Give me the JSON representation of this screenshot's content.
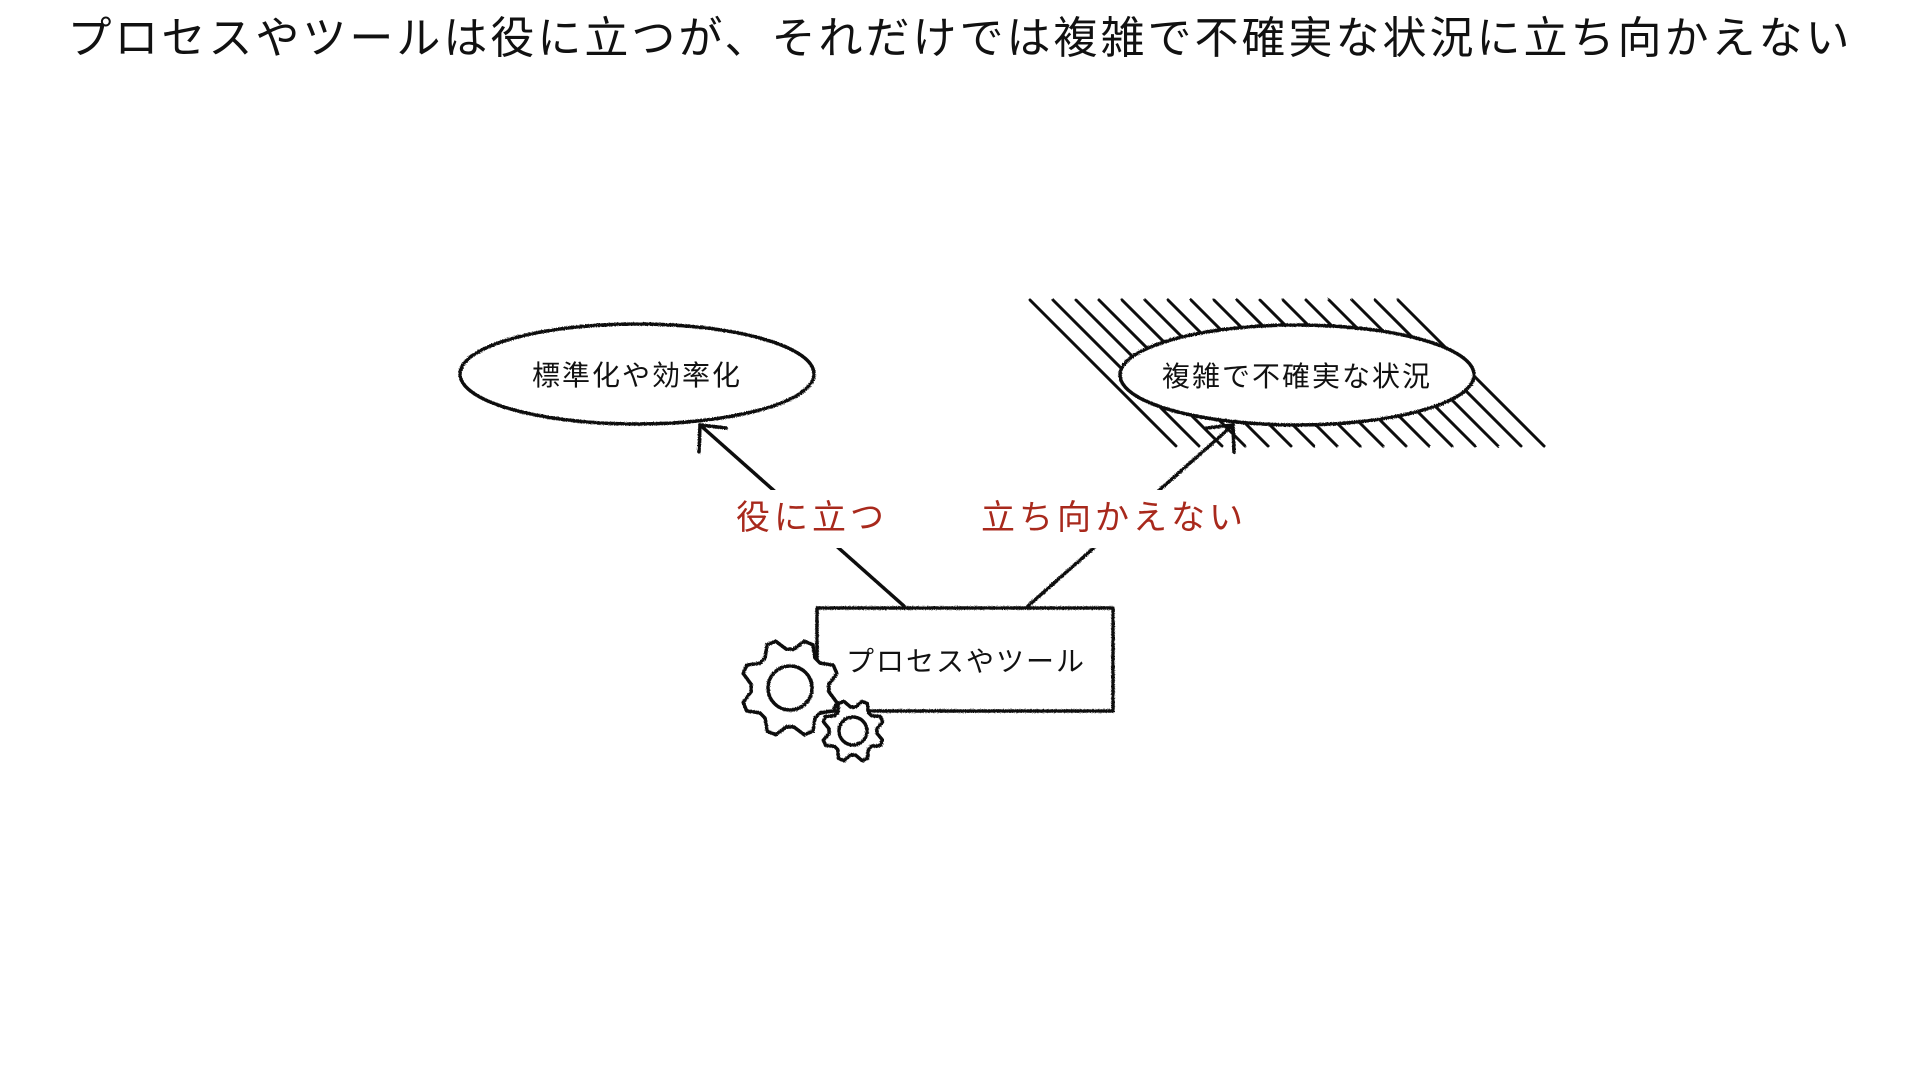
{
  "title": "プロセスやツールは役に立つが、それだけでは複雑で不確実な状況に立ち向かえない",
  "nodes": {
    "standardization": "標準化や効率化",
    "complexity": "複雑で不確実な状況",
    "tools": "プロセスやツール"
  },
  "edges": {
    "useful": "役に立つ",
    "cannot_face": "立ち向かえない"
  },
  "colors": {
    "ink": "#111111",
    "accent": "#a8291c",
    "background": "#ffffff"
  },
  "icons": {
    "tools_icon": "gears-icon",
    "complexity_zone": "hatched-barrier"
  }
}
